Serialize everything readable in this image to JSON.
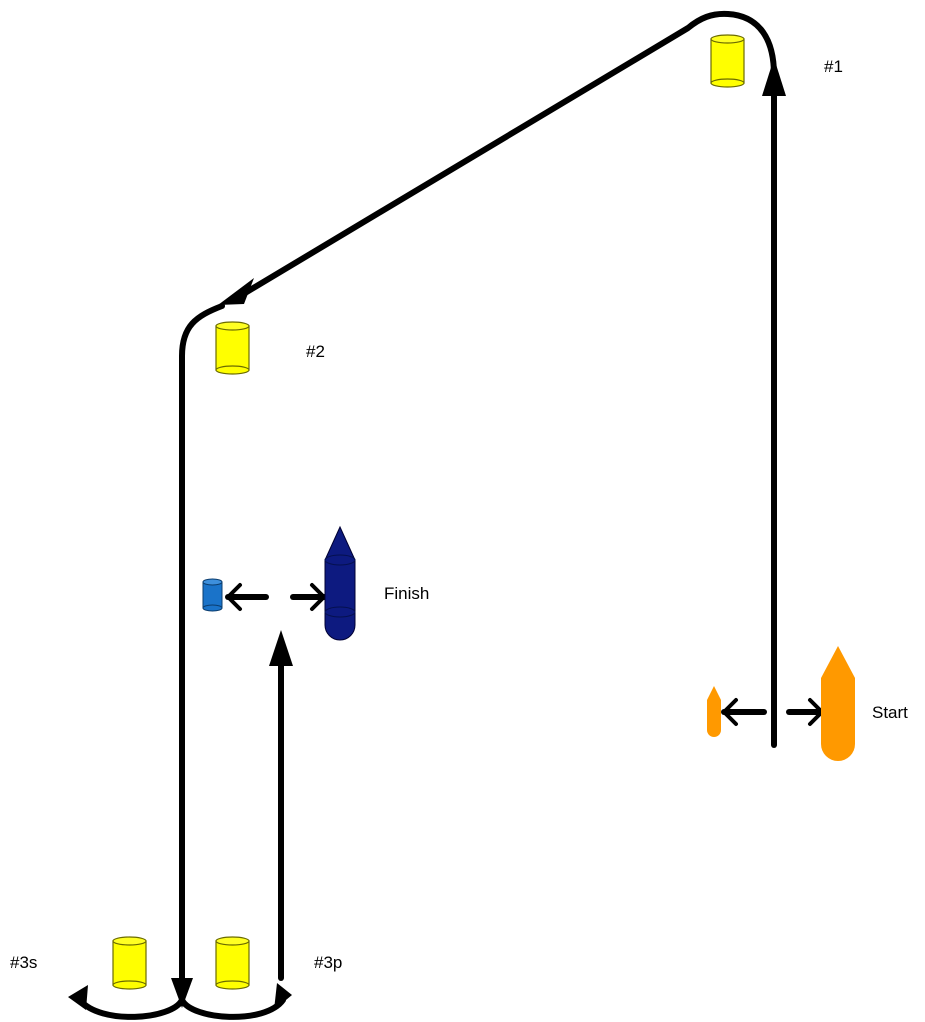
{
  "labels": {
    "mark1": "#1",
    "mark2": "#2",
    "mark3s": "#3s",
    "mark3p": "#3p",
    "start": "Start",
    "finish": "Finish"
  },
  "colors": {
    "course_line": "#000000",
    "mark_fill": "#ffff00",
    "start_fill": "#ff9900",
    "finish_boat_fill": "#0d1a80",
    "finish_pin_fill": "#1a73c9"
  },
  "marks": [
    {
      "id": "mark1",
      "label_key": "mark1",
      "type": "yellow-buoy"
    },
    {
      "id": "mark2",
      "label_key": "mark2",
      "type": "yellow-buoy"
    },
    {
      "id": "mark3s",
      "label_key": "mark3s",
      "type": "yellow-buoy"
    },
    {
      "id": "mark3p",
      "label_key": "mark3p",
      "type": "yellow-buoy"
    }
  ]
}
